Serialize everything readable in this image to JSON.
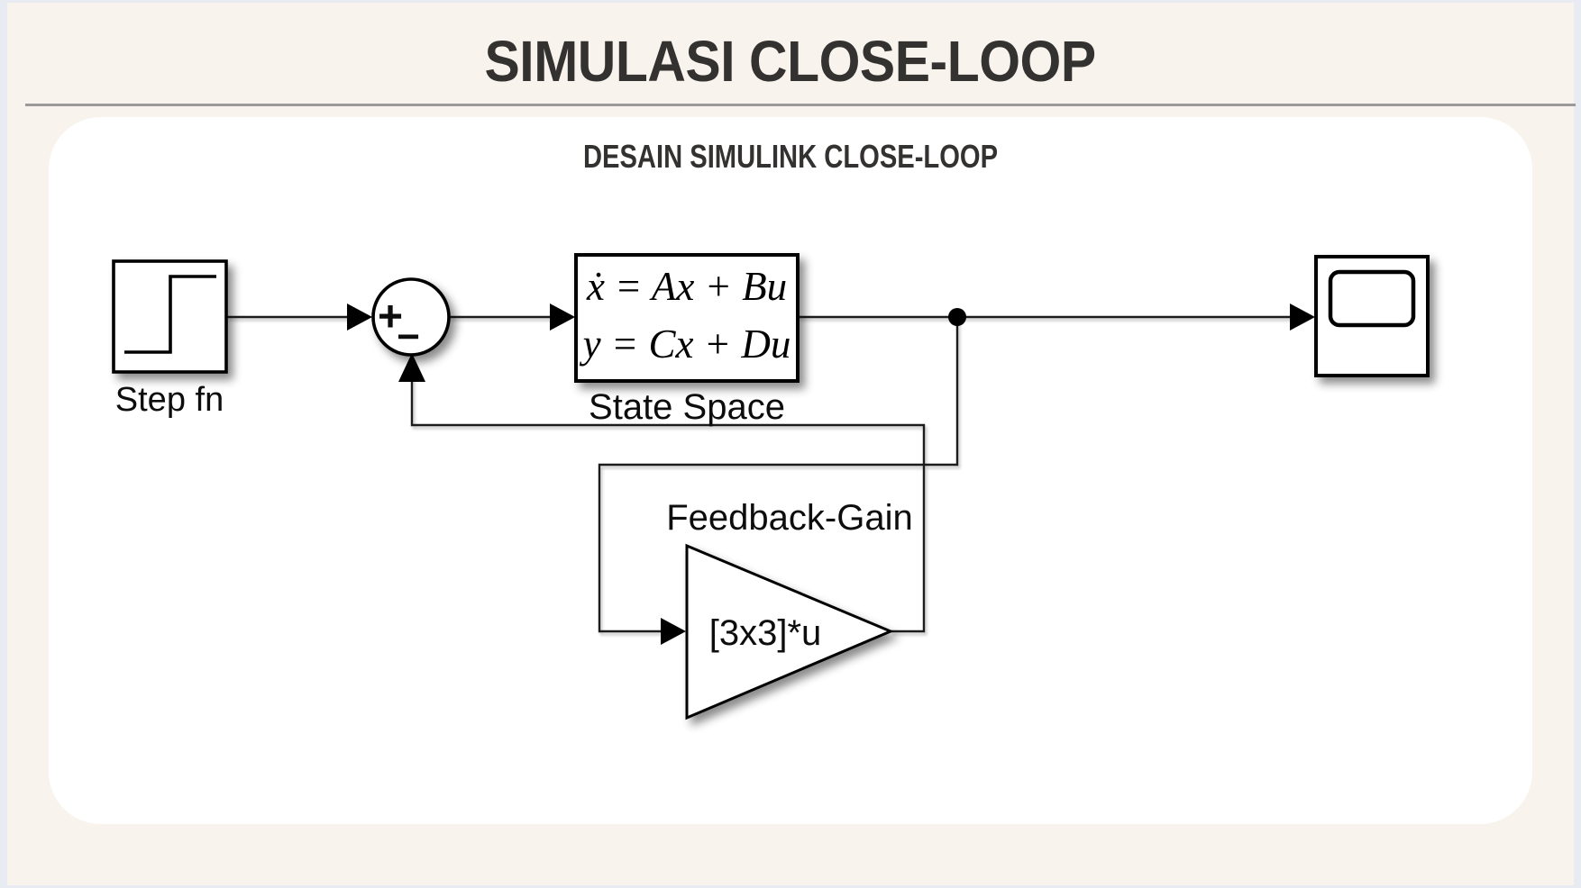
{
  "window": {
    "title": "SIMULASI CLOSE-LOOP"
  },
  "card": {
    "title": "DESAIN SIMULINK CLOSE-LOOP"
  },
  "diagram": {
    "step": {
      "label": "Step fn"
    },
    "sum": {
      "plus_sign": "+",
      "minus_sign": "−"
    },
    "state_space": {
      "equation_line1": "ẋ = Ax + Bu",
      "equation_line2": "y = Cx + Du",
      "label": "State Space"
    },
    "feedback_gain": {
      "label": "Feedback-Gain",
      "value": "[3x3]*u"
    }
  },
  "colors": {
    "outer_background": "#e9ebf3",
    "page_background": "#f8f4ed",
    "card_background": "#ffffff",
    "heading_text": "#343230",
    "divider": "#9a9a9a",
    "diagram_ink": "#111111"
  }
}
